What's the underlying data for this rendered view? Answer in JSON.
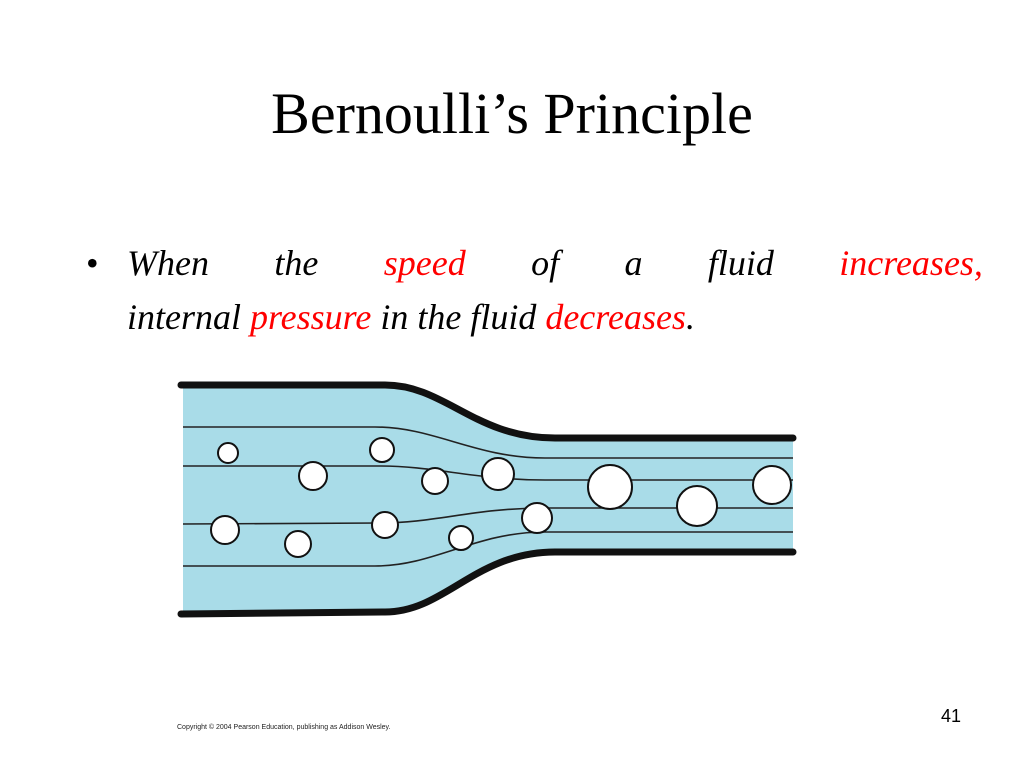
{
  "slide": {
    "title": "Bernoulli’s Principle",
    "bullet": {
      "marker": "•",
      "line1": {
        "w1": "When",
        "w2": "the",
        "w3": "speed",
        "w4": "of",
        "w5": "a",
        "w6": "fluid",
        "w7": "increases,"
      },
      "line2": {
        "t1": "internal",
        "t2": "pressure",
        "t3": "in the fluid",
        "t4": "decreases",
        "t5": "."
      }
    },
    "copyright": "Copyright © 2004 Pearson Education, publishing as Addison Wesley.",
    "slide_number": "41"
  },
  "colors": {
    "emphasis": "#ff0000",
    "fluid": "#a9dce8",
    "pipe_wall": "#111111"
  }
}
